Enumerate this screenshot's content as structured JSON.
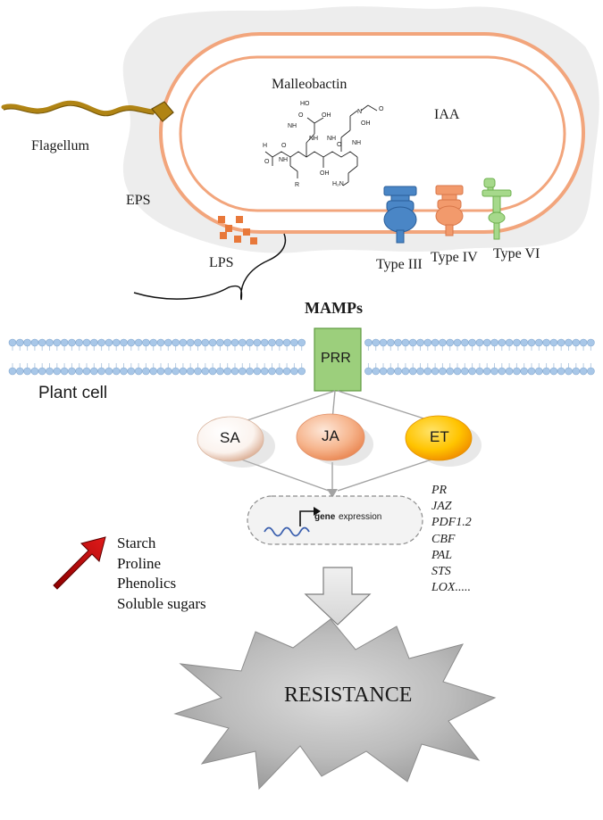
{
  "bacterium": {
    "flagellum": "Flagellum",
    "eps": "EPS",
    "lps": "LPS",
    "malleobactin": "Malleobactin",
    "iaa": "IAA",
    "secretion_systems": [
      "Type III",
      "Type IV",
      "Type VI"
    ],
    "structure_atoms": {
      "ho1": "HO",
      "o1": "O",
      "oh1": "OH",
      "nh1": "NH",
      "nh2": "NH",
      "h": "H",
      "o2": "O",
      "nh3": "NH",
      "o3": "O",
      "r": "R",
      "oh2": "OH",
      "o4": "O",
      "nh4": "NH",
      "n1": "N",
      "oh3": "OH",
      "o5": "O",
      "nh5": "NH",
      "h2n": "H₂N"
    }
  },
  "mamps": "MAMPs",
  "plant_cell": "Plant cell",
  "receptor": "PRR",
  "hormones": [
    "SA",
    "JA",
    "ET"
  ],
  "expression": {
    "gene": "gene",
    "expression": "expression"
  },
  "genes": [
    "PR",
    "JAZ",
    "PDF1.2",
    "CBF",
    "PAL",
    "STS",
    "LOX....."
  ],
  "metabolites": [
    "Starch",
    "Proline",
    "Phenolics",
    "Soluble sugars"
  ],
  "outcome": "RESISTANCE",
  "colors": {
    "membrane_orange": "#f2a57c",
    "flagellum": "#b08414",
    "lps_square": "#e8783a",
    "type3": "#4a86c6",
    "type4": "#f29a6c",
    "type6": "#8fcf73",
    "prr": "#9ccf7c",
    "lipid_head": "#a8c7e8",
    "red_arrow": "#c01010",
    "burst": "#a0a0a0"
  }
}
